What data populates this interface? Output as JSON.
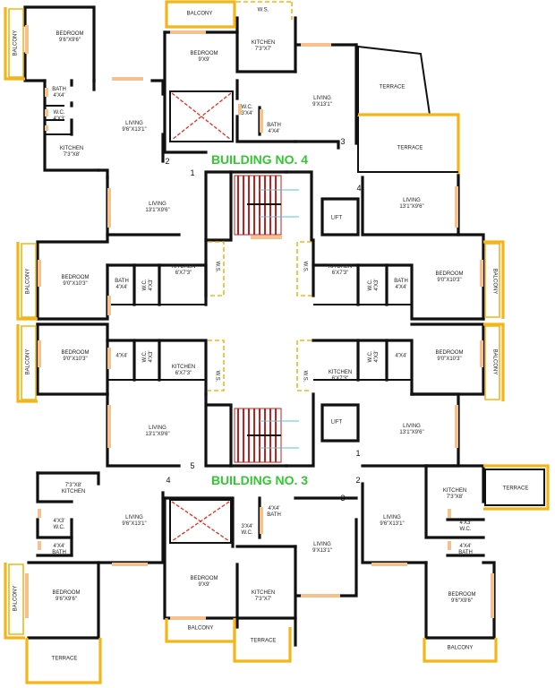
{
  "colors": {
    "wall": "#111111",
    "balcony": "#f2b51a",
    "door": "#f5c18f",
    "stair": "#c0211f",
    "title": "#32c832",
    "arrow": "#58c2d6",
    "cross": "#e23b2f"
  },
  "buildings": {
    "top": "BUILDING NO. 4",
    "bottom": "BUILDING NO. 3"
  },
  "unit_numbers": {
    "top_1": "1",
    "top_2": "2",
    "top_3": "3",
    "top_4": "4",
    "bot_1": "1",
    "bot_2": "2",
    "bot_3": "3",
    "bot_4": "4",
    "bot_5": "5"
  },
  "rooms": {
    "r01": {
      "name": "BEDROOM",
      "dim": "9'6\"X9'6\""
    },
    "r02": {
      "name": "BATH",
      "dim": "4'X4'"
    },
    "r03": {
      "name": "W.C.",
      "dim": "4'X3'"
    },
    "r04": {
      "name": "KITCHEN",
      "dim": "7'3\"X8'"
    },
    "r05": {
      "name": "LIVING",
      "dim": "9'6\"X13'1\""
    },
    "r06": {
      "name": "BEDROOM",
      "dim": "9'X9'"
    },
    "r07": {
      "name": "KITCHEN",
      "dim": "7'3\"X7'"
    },
    "r08": {
      "name": "W.C.",
      "dim": "3'X4'"
    },
    "r09": {
      "name": "BATH",
      "dim": "4'X4'"
    },
    "r10": {
      "name": "LIVING",
      "dim": "9'X13'1\""
    },
    "r11": {
      "name": "LIVING",
      "dim": "13'1\"X9'6\""
    },
    "r12": {
      "name": "LIVING",
      "dim": "13'1\"X9'6\""
    },
    "r13": {
      "name": "BEDROOM",
      "dim": "9'0\"X10'3\""
    },
    "r14": {
      "name": "BATH",
      "dim": "4'X4'"
    },
    "r15": {
      "name": "W.C.",
      "dim": "4'X3'"
    },
    "r16": {
      "name": "KITCHEN",
      "dim": "6'X7'3\""
    },
    "r17": {
      "name": "KITCHEN",
      "dim": "6'X7'3\""
    },
    "r18": {
      "name": "W.C.",
      "dim": "4'X3'"
    },
    "r19": {
      "name": "BATH",
      "dim": "4'X4'"
    },
    "r20": {
      "name": "BEDROOM",
      "dim": "9'0\"X10'3\""
    },
    "r21": {
      "name": "BEDROOM",
      "dim": "9'0\"X10'3\""
    },
    "r22": {
      "name": "",
      "dim": "4'X4'"
    },
    "r23": {
      "name": "W.C.",
      "dim": "4'X3'"
    },
    "r24": {
      "name": "KITCHEN",
      "dim": "6'X7'3\""
    },
    "r25": {
      "name": "KITCHEN",
      "dim": "6'X7'3\""
    },
    "r26": {
      "name": "W.C.",
      "dim": "4'X3'"
    },
    "r27": {
      "name": "",
      "dim": "4'X4'"
    },
    "r28": {
      "name": "BEDROOM",
      "dim": "9'0\"X10'3\""
    },
    "r29": {
      "name": "LIVING",
      "dim": "13'1\"X9'6\""
    },
    "r30": {
      "name": "LIVING",
      "dim": "13'1\"X9'6\""
    },
    "r31": {
      "name": "KITCHEN",
      "dim": "7'3\"X8'"
    },
    "r32": {
      "name": "W.C.",
      "dim": "4'X3'"
    },
    "r33": {
      "name": "BATH",
      "dim": "4'X4'"
    },
    "r34": {
      "name": "LIVING",
      "dim": "9'6\"X13'1\""
    },
    "r35": {
      "name": "BATH",
      "dim": "4'X4'"
    },
    "r36": {
      "name": "W.C.",
      "dim": "3'X4'"
    },
    "r37": {
      "name": "LIVING",
      "dim": "9'X13'1\""
    },
    "r38": {
      "name": "BEDROOM",
      "dim": "9'X9'"
    },
    "r39": {
      "name": "KITCHEN",
      "dim": "7'3\"X7'"
    },
    "r40": {
      "name": "BEDROOM",
      "dim": "9'6\"X9'6\""
    },
    "r41": {
      "name": "LIVING",
      "dim": "9'6\"X13'1\""
    },
    "r42": {
      "name": "KITCHEN",
      "dim": "7'3\"X8'"
    },
    "r43": {
      "name": "W.C.",
      "dim": "4'X3'"
    },
    "r44": {
      "name": "BATH",
      "dim": "4'X4'"
    },
    "r45": {
      "name": "BEDROOM",
      "dim": "9'6\"X9'6\""
    }
  },
  "labels": {
    "balcony": "BALCONY",
    "terrace": "TERRACE",
    "lift": "LIFT",
    "ws": "W.S.",
    "wsv": "W.S."
  }
}
